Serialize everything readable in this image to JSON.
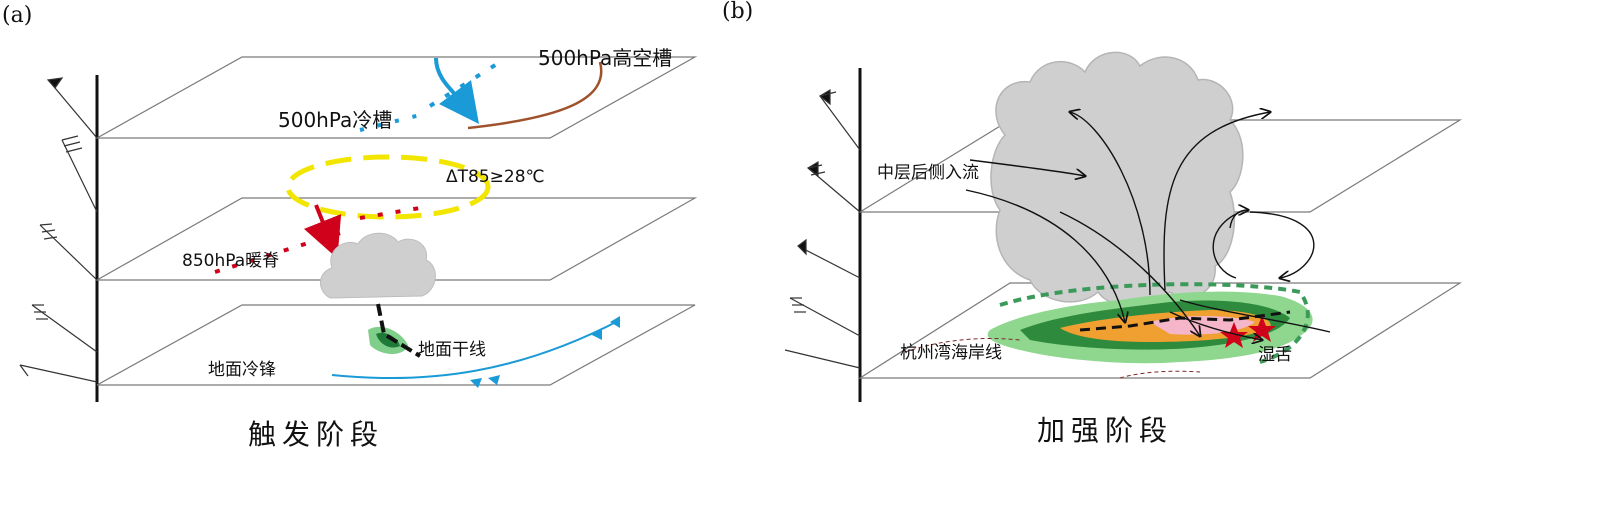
{
  "panel_a": {
    "panel_label": "(a)",
    "caption": "触发阶段",
    "labels": {
      "trough_500_high": "500hPa高空槽",
      "cold_trough_500": "500hPa冷槽",
      "delta_t": "ΔT85≥28℃",
      "warm_ridge_850": "850hPa暖脊",
      "dry_line": "地面干线",
      "cold_front": "地面冷锋"
    }
  },
  "panel_b": {
    "panel_label": "(b)",
    "caption": "加强阶段",
    "labels": {
      "rear_inflow": "中层后侧入流",
      "coastline": "杭州湾海岸线",
      "wet_tongue": "湿舌"
    }
  },
  "colors": {
    "plane": "#7a7a7a",
    "cloud": "#cfcfcf",
    "blue_arrow": "#1a9ad6",
    "red_arrow": "#d0021b",
    "yellow": "#f2e600",
    "brown": "#a0522d",
    "green_dash": "#3b9a5a"
  }
}
